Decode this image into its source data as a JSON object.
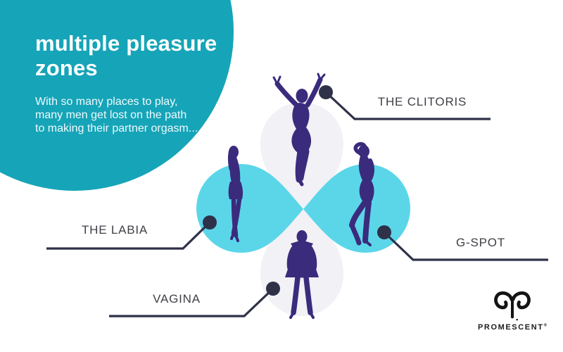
{
  "infographic": {
    "title_line1": "multiple pleasure",
    "title_line2": "zones",
    "subtitle": [
      "With so many places to play,",
      "many men get lost on the path",
      "to making their partner orgasm..."
    ]
  },
  "callouts": [
    {
      "id": "clitoris",
      "label": "THE CLITORIS",
      "side": "top-right"
    },
    {
      "id": "labia",
      "label": "THE LABIA",
      "side": "left"
    },
    {
      "id": "gspot",
      "label": "G-SPOT",
      "side": "right"
    },
    {
      "id": "vagina",
      "label": "VAGINA",
      "side": "bottom-left"
    }
  ],
  "brand": {
    "name": "PROMESCENT",
    "reg": "®",
    "icon": "ram-horns-icon"
  },
  "colors": {
    "teal_circle": "#16a4b8",
    "petal_cyan": "#5bd6e9",
    "petal_gray": "#f1f1f6",
    "silhouette_purple": "#3b2b7c",
    "callout_ink": "#2e3148",
    "label_text": "#3f3f47",
    "background": "#ffffff"
  }
}
